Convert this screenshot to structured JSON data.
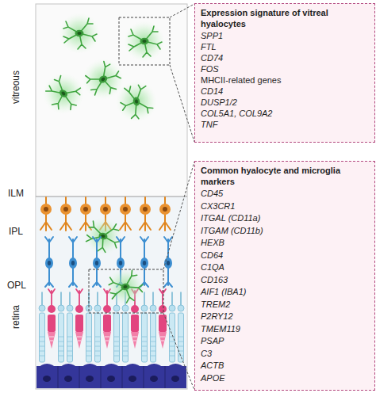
{
  "diagram": {
    "nodes": [
      {
        "text": [
          "Expression signature of vitreal hyalocytes",
          "SPP1",
          "FTL",
          "CD74",
          "FOS",
          "MHCII-related genes",
          "CD14",
          "DUSP1/2",
          "COL5A1, COL9A2",
          "TNF"
        ]
      },
      {
        "text": [
          "Common hyalocyte and microglia markers",
          "CD45",
          "CX3CR1",
          "ITGAL (CD11a)",
          "ITGAM (CD11b)",
          "HEXB",
          "CD64",
          "C1QA",
          "CD163",
          "AIF1 (IBA1)",
          "TREM2",
          "P2RY12",
          "TMEM119",
          "PSAP",
          "C3",
          "ACTB",
          "APOE"
        ]
      }
    ],
    "labels": [
      "vitreous",
      "ILM",
      "IPL",
      "OPL",
      "retina"
    ]
  }
}
